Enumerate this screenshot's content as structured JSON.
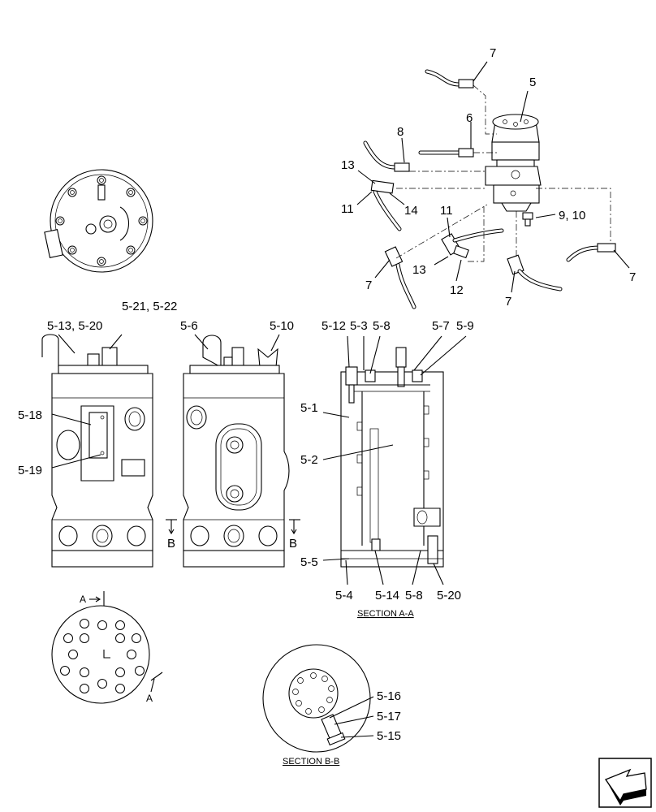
{
  "labels": {
    "l7a": "7",
    "l5": "5",
    "l6": "6",
    "l8": "8",
    "l13a": "13",
    "l11a": "11",
    "l14": "14",
    "l11b": "11",
    "l9_10": "9, 10",
    "l13b": "13",
    "l12": "12",
    "l7b": "7",
    "l7c": "7",
    "l7d": "7",
    "l5_13_20": "5-13, 5-20",
    "l5_21_22": "5-21, 5-22",
    "l5_6": "5-6",
    "l5_10": "5-10",
    "l5_18": "5-18",
    "l5_19": "5-19",
    "lB1": "B",
    "lB2": "B",
    "l5_12": "5-12",
    "l5_3": "5-3",
    "l5_8a": "5-8",
    "l5_7": "5-7",
    "l5_9": "5-9",
    "l5_1": "5-1",
    "l5_2": "5-2",
    "l5_5": "5-5",
    "l5_4": "5-4",
    "l5_14": "5-14",
    "l5_8b": "5-8",
    "l5_20": "5-20",
    "lA1": "A",
    "lA2": "A",
    "l5_16": "5-16",
    "l5_17": "5-17",
    "l5_15": "5-15"
  },
  "sections": {
    "aa": "SECTION  A-A",
    "bb": "SECTION  B-B"
  }
}
